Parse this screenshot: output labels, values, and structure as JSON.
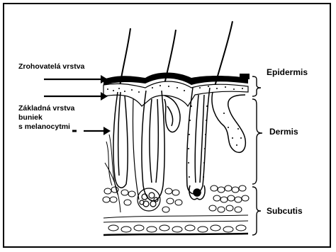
{
  "labels": {
    "keratin_layer": "Zrohovatelá vrstva",
    "basal_layer_1": "Základná vrstva",
    "basal_layer_2": "buniek",
    "basal_layer_3": "s melanocytmi",
    "epidermis": "Epidermis",
    "dermis": "Dermis",
    "subcutis": "Subcutis"
  }
}
